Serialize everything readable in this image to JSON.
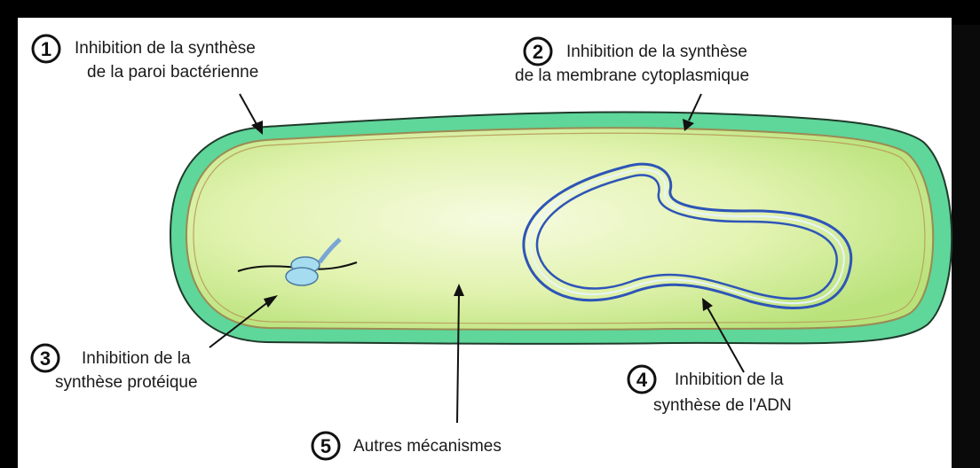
{
  "colors": {
    "cell_wall": "#5fd69a",
    "cell_wall_edge": "#1f3a2a",
    "cytoplasm_center": "#f4fbd6",
    "cytoplasm_edge": "#b9e27a",
    "membrane": "#9c8a52",
    "dna": "#2e55b8",
    "ribosome": "#a6dcef"
  },
  "labels": [
    {
      "num": "1",
      "line1": "Inhibition de la synthèse",
      "line2": "de la paroi bactérienne"
    },
    {
      "num": "2",
      "line1": "Inhibition de la synthèse",
      "line2": "de la membrane cytoplasmique"
    },
    {
      "num": "3",
      "line1": "Inhibition de la",
      "line2": "synthèse protéique"
    },
    {
      "num": "4",
      "line1": "Inhibition de la",
      "line2": "synthèse de l'ADN"
    },
    {
      "num": "5",
      "line1": "Autres mécanismes",
      "line2": ""
    }
  ]
}
